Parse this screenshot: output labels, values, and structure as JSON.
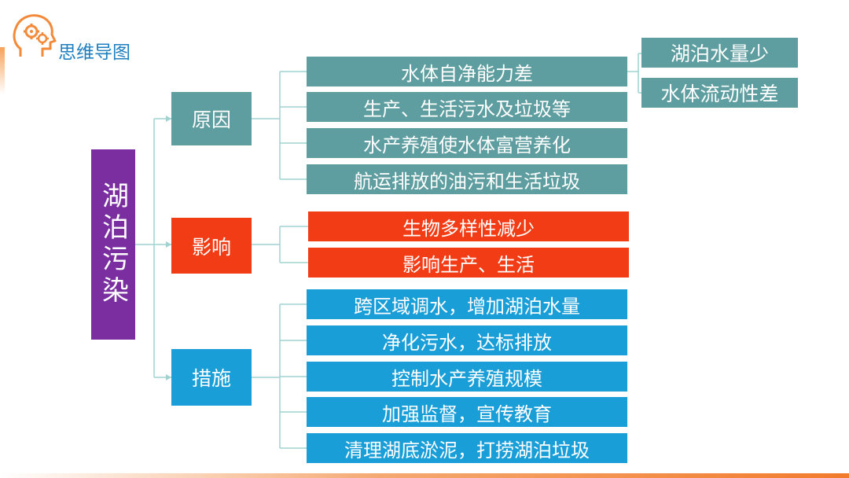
{
  "header": {
    "title": "思维导图",
    "colors": {
      "accent": "#1f7fbf",
      "icon": "#f28a3a"
    }
  },
  "root": {
    "label": "湖泊污染",
    "color": "#7a2ea0"
  },
  "branches": {
    "cause": {
      "label": "原因",
      "color": "#5e9ea0",
      "items": [
        "水体自净能力差",
        "生产、生活污水及垃圾等",
        "水产养殖使水体富营养化",
        "航运排放的油污和生活垃圾"
      ],
      "sub": [
        "湖泊水量少",
        "水体流动性差"
      ]
    },
    "impact": {
      "label": "影响",
      "color": "#f23c16",
      "items": [
        "生物多样性减少",
        "影响生产、生活"
      ]
    },
    "measure": {
      "label": "措施",
      "color": "#1a9ed8",
      "items": [
        "跨区域调水，增加湖泊水量",
        "净化污水，达标排放",
        "控制水产养殖规模",
        "加强监督，宣传教育",
        "清理湖底淤泥，打捞湖泊垃圾"
      ]
    }
  }
}
